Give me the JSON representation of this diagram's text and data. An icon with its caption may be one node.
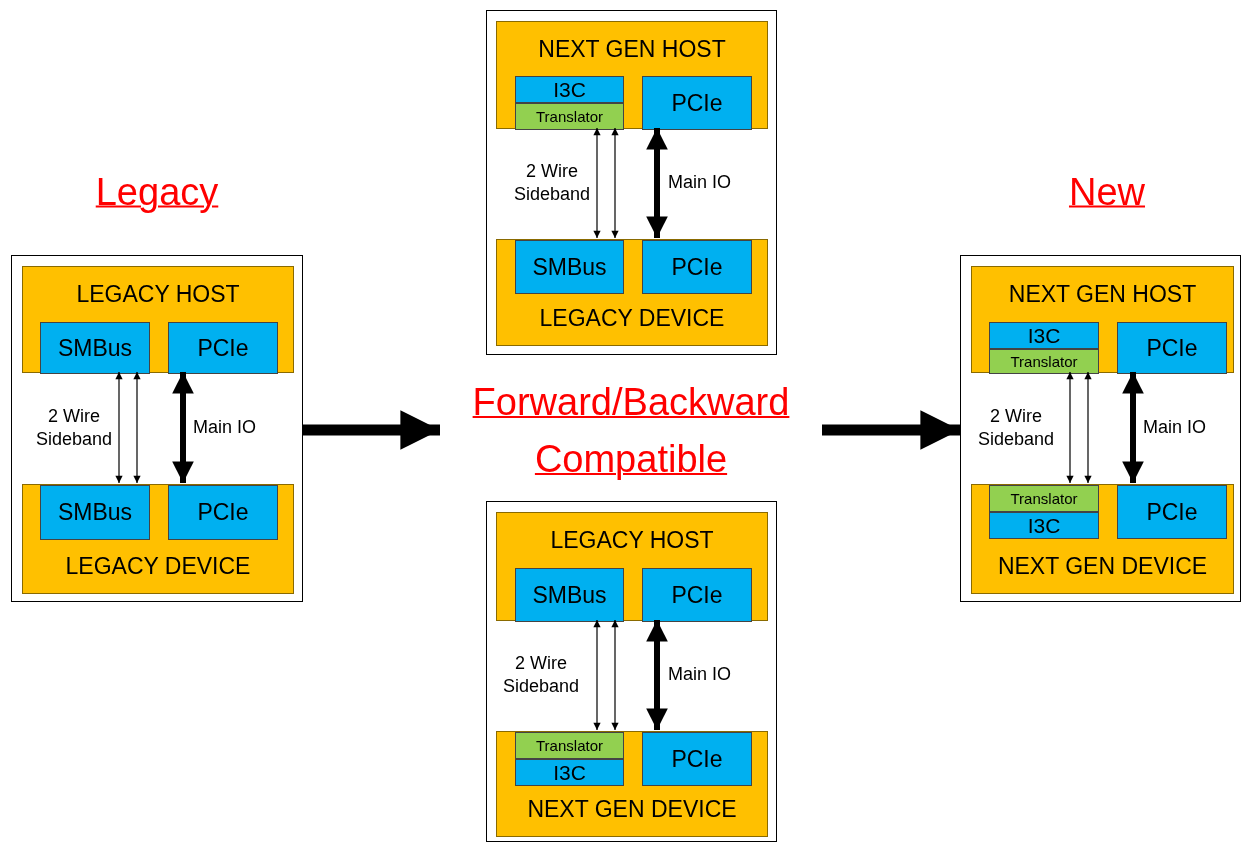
{
  "diagram": {
    "nodes": [
      {
        "text": [],
        "shape": "box"
      },
      {
        "text": [
          "LEGACY HOST"
        ],
        "in": 0
      },
      {
        "text": [
          "SMBus"
        ],
        "in": 1
      },
      {
        "text": [
          "PCIe"
        ],
        "in": 1
      },
      {
        "text": [
          "LEGACY DEVICE"
        ],
        "in": 0
      },
      {
        "text": [
          "SMBus"
        ],
        "in": 4
      },
      {
        "text": [
          "PCIe"
        ],
        "in": 4
      },
      {
        "text": [],
        "shape": "box"
      },
      {
        "text": [
          "NEXT GEN HOST"
        ],
        "in": 7
      },
      {
        "text": [
          "I3C"
        ],
        "in": 8
      },
      {
        "text": [
          "Translator"
        ],
        "in": 8
      },
      {
        "text": [
          "PCIe"
        ],
        "in": 8
      },
      {
        "text": [
          "LEGACY DEVICE"
        ],
        "in": 7
      },
      {
        "text": [
          "SMBus"
        ],
        "in": 12
      },
      {
        "text": [
          "PCIe"
        ],
        "in": 12
      },
      {
        "text": [
          "Forward/Backward Compatible"
        ]
      },
      {
        "text": [],
        "shape": "box"
      },
      {
        "text": [
          "LEGACY HOST"
        ],
        "in": 16
      },
      {
        "text": [
          "SMBus"
        ],
        "in": 17
      },
      {
        "text": [
          "PCIe"
        ],
        "in": 17
      },
      {
        "text": [
          "NEXT GEN DEVICE"
        ],
        "in": 16
      },
      {
        "text": [
          "Translator"
        ],
        "in": 20
      },
      {
        "text": [
          "I3C"
        ],
        "in": 20
      },
      {
        "text": [
          "PCIe"
        ],
        "in": 20
      },
      {
        "text": [],
        "shape": "box"
      },
      {
        "text": [
          "NEXT GEN HOST"
        ],
        "in": 24
      },
      {
        "text": [
          "I3C"
        ],
        "in": 25
      },
      {
        "text": [
          "Translator"
        ],
        "in": 25
      },
      {
        "text": [
          "PCIe"
        ],
        "in": 25
      },
      {
        "text": [
          "NEXT GEN DEVICE"
        ],
        "in": 24
      },
      {
        "text": [
          "Translator"
        ],
        "in": 29
      },
      {
        "text": [
          "I3C"
        ],
        "in": 29
      },
      {
        "text": [
          "PCIe"
        ],
        "in": 29
      }
    ],
    "edges": [
      {
        "from": 2,
        "to": 5,
        "arrow": "both",
        "label": "2 Wire Sideband"
      },
      {
        "from": 2,
        "to": 5,
        "arrow": "both"
      },
      {
        "from": 3,
        "to": 6,
        "arrow": "both",
        "label": "Main IO",
        "style": "thick"
      },
      {
        "from": 10,
        "to": 13,
        "arrow": "both",
        "label": "2 Wire Sideband"
      },
      {
        "from": 10,
        "to": 13,
        "arrow": "both"
      },
      {
        "from": 11,
        "to": 14,
        "arrow": "both",
        "label": "Main IO",
        "style": "thick"
      },
      {
        "from": 18,
        "to": 21,
        "arrow": "both",
        "label": "2 Wire Sideband"
      },
      {
        "from": 18,
        "to": 21,
        "arrow": "both"
      },
      {
        "from": 19,
        "to": 23,
        "arrow": "both",
        "label": "Main IO",
        "style": "thick"
      },
      {
        "from": 27,
        "to": 30,
        "arrow": "both",
        "label": "2 Wire Sideband"
      },
      {
        "from": 27,
        "to": 30,
        "arrow": "both"
      },
      {
        "from": 28,
        "to": 32,
        "arrow": "both",
        "label": "Main IO",
        "style": "thick"
      },
      {
        "from": 0,
        "to": 15,
        "arrow": "to",
        "style": "thick"
      },
      {
        "from": 15,
        "to": 24,
        "arrow": "to",
        "style": "thick"
      }
    ],
    "labels": [
      "Legacy",
      "New"
    ]
  }
}
